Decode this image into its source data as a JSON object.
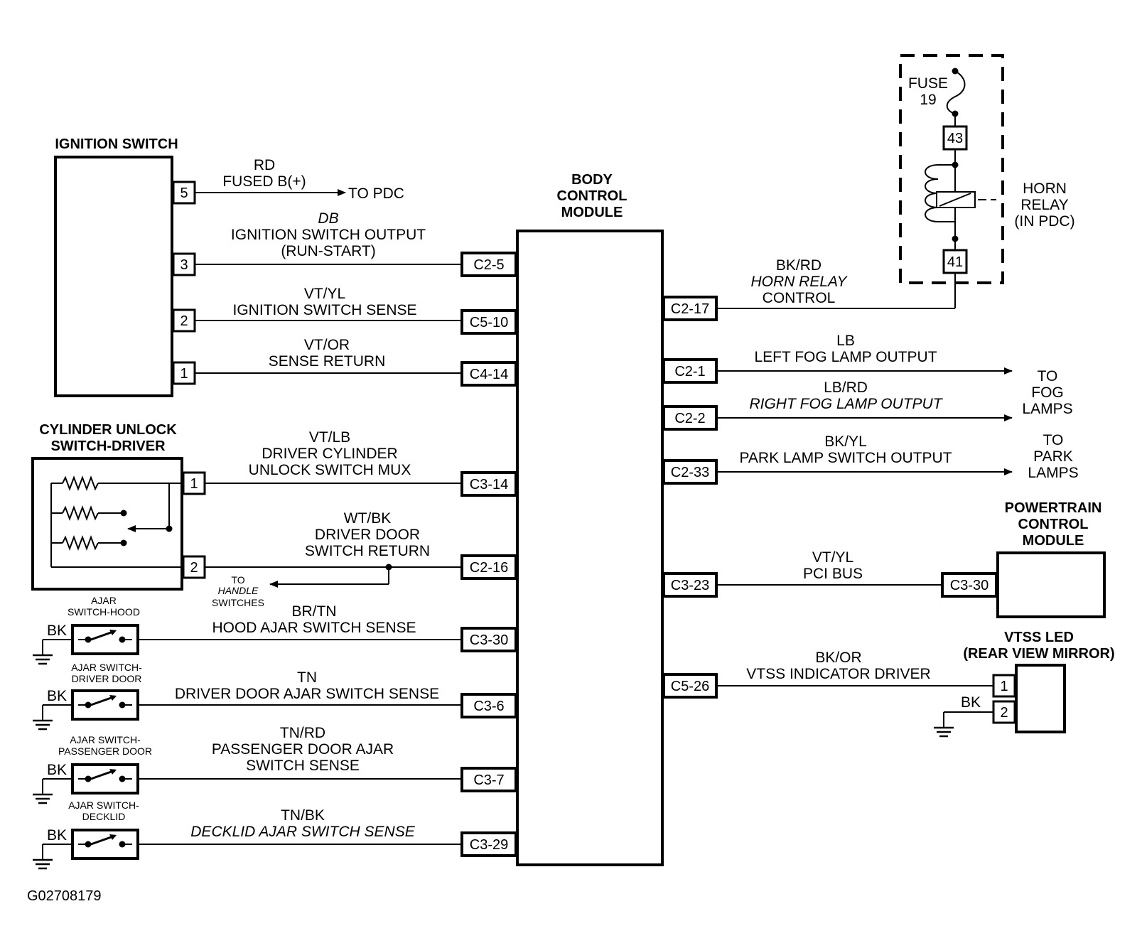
{
  "figure_id": "G02708179",
  "bcm": {
    "title_lines": [
      "BODY",
      "CONTROL",
      "MODULE"
    ]
  },
  "ignition_switch": {
    "title": "IGNITION SWITCH",
    "pins": [
      "5",
      "3",
      "2",
      "1"
    ]
  },
  "cylinder_unlock": {
    "title_lines": [
      "CYLINDER UNLOCK",
      "SWITCH-DRIVER"
    ],
    "pins": [
      "1",
      "2"
    ]
  },
  "ajar_switches": [
    {
      "title_lines": [
        "AJAR",
        "SWITCH-HOOD"
      ],
      "ground_label": "BK"
    },
    {
      "title_lines": [
        "AJAR SWITCH-",
        "DRIVER DOOR"
      ],
      "ground_label": "BK"
    },
    {
      "title_lines": [
        "AJAR SWITCH-",
        "PASSENGER DOOR"
      ],
      "ground_label": "BK"
    },
    {
      "title_lines": [
        "AJAR SWITCH-",
        "DECKLID"
      ],
      "ground_label": "BK"
    }
  ],
  "left_circuits": [
    {
      "lines": [
        "RD",
        "FUSED B(+)"
      ],
      "destination": "TO PDC",
      "pin": "5"
    },
    {
      "lines": [
        "DB",
        "IGNITION SWITCH OUTPUT",
        "(RUN-START)"
      ],
      "connector": "C2-5",
      "pin": "3"
    },
    {
      "lines": [
        "VT/YL",
        "IGNITION SWITCH SENSE"
      ],
      "connector": "C5-10",
      "pin": "2"
    },
    {
      "lines": [
        "VT/OR",
        "SENSE RETURN"
      ],
      "connector": "C4-14",
      "pin": "1"
    },
    {
      "lines": [
        "VT/LB",
        "DRIVER CYLINDER",
        "UNLOCK SWITCH MUX"
      ],
      "connector": "C3-14",
      "pin": "1"
    },
    {
      "lines": [
        "WT/BK",
        "DRIVER DOOR",
        "SWITCH RETURN"
      ],
      "connector": "C2-16",
      "pin": "2",
      "branch_lines": [
        "TO",
        "HANDLE",
        "SWITCHES"
      ]
    },
    {
      "lines": [
        "BR/TN",
        "HOOD AJAR SWITCH SENSE"
      ],
      "connector": "C3-30"
    },
    {
      "lines": [
        "TN",
        "DRIVER DOOR AJAR SWITCH SENSE"
      ],
      "connector": "C3-6"
    },
    {
      "lines": [
        "TN/RD",
        "PASSENGER DOOR AJAR",
        "SWITCH SENSE"
      ],
      "connector": "C3-7"
    },
    {
      "lines": [
        "TN/BK",
        "DECKLID AJAR SWITCH SENSE"
      ],
      "connector": "C3-29"
    }
  ],
  "right_circuits": [
    {
      "lines": [
        "BK/RD",
        "HORN RELAY",
        "CONTROL"
      ],
      "connector": "C2-17"
    },
    {
      "lines": [
        "LB",
        "LEFT FOG LAMP OUTPUT"
      ],
      "connector": "C2-1"
    },
    {
      "lines": [
        "LB/RD",
        "RIGHT FOG LAMP OUTPUT"
      ],
      "connector": "C2-2"
    },
    {
      "lines": [
        "BK/YL",
        "PARK LAMP SWITCH OUTPUT"
      ],
      "connector": "C2-33"
    },
    {
      "lines": [
        "VT/YL",
        "PCI BUS"
      ],
      "connector": "C3-23",
      "remote_connector": "C3-30"
    },
    {
      "lines": [
        "BK/OR",
        "VTSS INDICATOR DRIVER"
      ],
      "connector": "C5-26"
    }
  ],
  "to_fog_lamps": [
    "TO",
    "FOG",
    "LAMPS"
  ],
  "to_park_lamps": [
    "TO",
    "PARK",
    "LAMPS"
  ],
  "horn_relay": {
    "fuse_lines": [
      "FUSE",
      "19"
    ],
    "pin_top": "43",
    "pin_bottom": "41",
    "label_lines": [
      "HORN",
      "RELAY",
      "(IN PDC)"
    ]
  },
  "pcm": {
    "title_lines": [
      "POWERTRAIN",
      "CONTROL",
      "MODULE"
    ]
  },
  "vtss_led": {
    "title_lines": [
      "VTSS LED",
      "(REAR VIEW MIRROR)"
    ],
    "pins": [
      "1",
      "2"
    ],
    "ground_label": "BK"
  }
}
